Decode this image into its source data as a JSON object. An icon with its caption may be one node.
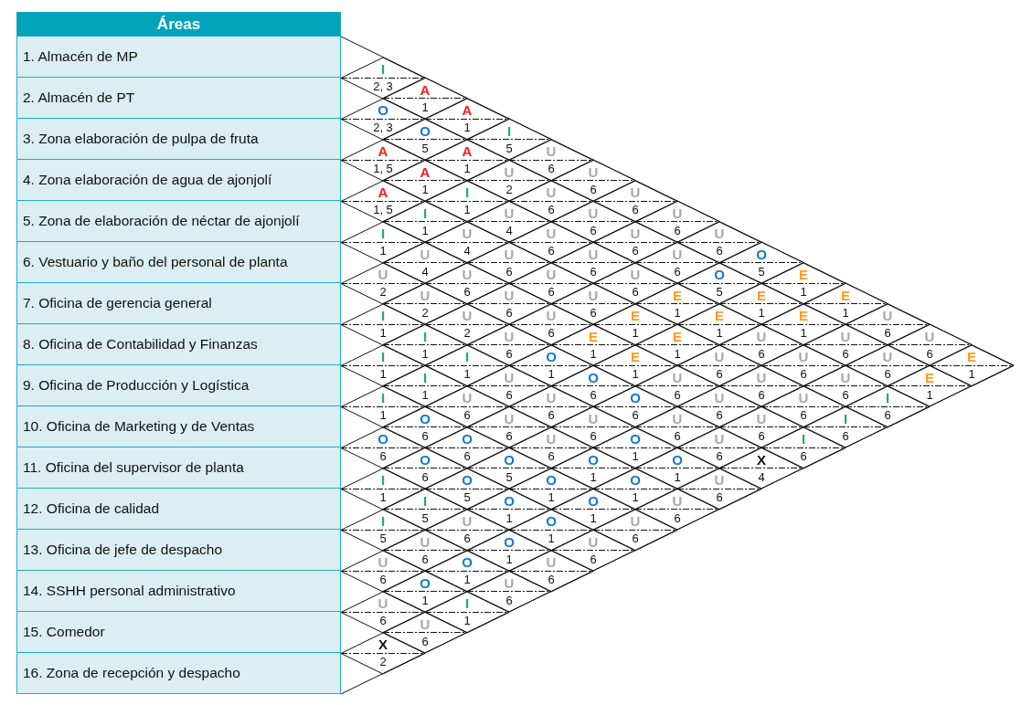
{
  "diagram": {
    "nodes": [
      {
        "text": [
          "Áreas"
        ]
      },
      {
        "text": [
          "1. Almacén de MP"
        ]
      },
      {
        "text": [
          "2. Almacén de PT"
        ]
      },
      {
        "text": [
          "3. Zona elaboración de pulpa de fruta"
        ]
      },
      {
        "text": [
          "4. Zona elaboración de agua de ajonjolí"
        ]
      },
      {
        "text": [
          "5. Zona de elaboración de néctar de ajonjolí"
        ]
      },
      {
        "text": [
          "6. Vestuario y baño del personal de planta"
        ]
      },
      {
        "text": [
          "7. Oficina de gerencia general"
        ]
      },
      {
        "text": [
          "8. Oficina de Contabilidad  y Finanzas"
        ]
      },
      {
        "text": [
          "9. Oficina de Producción y Logística"
        ]
      },
      {
        "text": [
          "10. Oficina de Marketing y de Ventas"
        ]
      },
      {
        "text": [
          "11. Oficina del supervisor de planta"
        ]
      },
      {
        "text": [
          "12. Oficina de calidad"
        ]
      },
      {
        "text": [
          "13. Oficina de jefe de despacho"
        ]
      },
      {
        "text": [
          "14. SSHH personal administrativo"
        ]
      },
      {
        "text": [
          "15. Comedor"
        ]
      },
      {
        "text": [
          "16. Zona de recepción y despacho"
        ]
      },
      {
        "text": [
          "I",
          "2, 3"
        ]
      },
      {
        "text": [
          "A",
          "1"
        ]
      },
      {
        "text": [
          "A",
          "1"
        ]
      },
      {
        "text": [
          "I",
          "5"
        ]
      },
      {
        "text": [
          "U",
          "6"
        ]
      },
      {
        "text": [
          "U",
          "6"
        ]
      },
      {
        "text": [
          "U",
          "6"
        ]
      },
      {
        "text": [
          "U",
          "6"
        ]
      },
      {
        "text": [
          "U",
          "6"
        ]
      },
      {
        "text": [
          "O",
          "5"
        ]
      },
      {
        "text": [
          "E",
          "1"
        ]
      },
      {
        "text": [
          "E",
          "1"
        ]
      },
      {
        "text": [
          "U",
          "6"
        ]
      },
      {
        "text": [
          "U",
          "6"
        ]
      },
      {
        "text": [
          "E",
          "1"
        ]
      },
      {
        "text": [
          "O",
          "2, 3"
        ]
      },
      {
        "text": [
          "O",
          "5"
        ]
      },
      {
        "text": [
          "A",
          "1"
        ]
      },
      {
        "text": [
          "U",
          "2"
        ]
      },
      {
        "text": [
          "U",
          "6"
        ]
      },
      {
        "text": [
          "U",
          "6"
        ]
      },
      {
        "text": [
          "U",
          "6"
        ]
      },
      {
        "text": [
          "U",
          "6"
        ]
      },
      {
        "text": [
          "O",
          "5"
        ]
      },
      {
        "text": [
          "E",
          "1"
        ]
      },
      {
        "text": [
          "E",
          "1"
        ]
      },
      {
        "text": [
          "U",
          "6"
        ]
      },
      {
        "text": [
          "U",
          "6"
        ]
      },
      {
        "text": [
          "E",
          "1"
        ]
      },
      {
        "text": [
          "A",
          "1, 5"
        ]
      },
      {
        "text": [
          "A",
          "1"
        ]
      },
      {
        "text": [
          "I",
          "1"
        ]
      },
      {
        "text": [
          "U",
          "4"
        ]
      },
      {
        "text": [
          "U",
          "6"
        ]
      },
      {
        "text": [
          "U",
          "6"
        ]
      },
      {
        "text": [
          "U",
          "6"
        ]
      },
      {
        "text": [
          "E",
          "1"
        ]
      },
      {
        "text": [
          "E",
          "1"
        ]
      },
      {
        "text": [
          "U",
          "6"
        ]
      },
      {
        "text": [
          "U",
          "6"
        ]
      },
      {
        "text": [
          "U",
          "6"
        ]
      },
      {
        "text": [
          "I",
          "6"
        ]
      },
      {
        "text": [
          "A",
          "1, 5"
        ]
      },
      {
        "text": [
          "I",
          "1"
        ]
      },
      {
        "text": [
          "U",
          "4"
        ]
      },
      {
        "text": [
          "U",
          "6"
        ]
      },
      {
        "text": [
          "U",
          "6"
        ]
      },
      {
        "text": [
          "U",
          "6"
        ]
      },
      {
        "text": [
          "E",
          "1"
        ]
      },
      {
        "text": [
          "E",
          "1"
        ]
      },
      {
        "text": [
          "U",
          "6"
        ]
      },
      {
        "text": [
          "U",
          "6"
        ]
      },
      {
        "text": [
          "U",
          "6"
        ]
      },
      {
        "text": [
          "I",
          "6"
        ]
      },
      {
        "text": [
          "I",
          "1"
        ]
      },
      {
        "text": [
          "U",
          "4"
        ]
      },
      {
        "text": [
          "U",
          "6"
        ]
      },
      {
        "text": [
          "U",
          "6"
        ]
      },
      {
        "text": [
          "U",
          "6"
        ]
      },
      {
        "text": [
          "E",
          "1"
        ]
      },
      {
        "text": [
          "E",
          "1"
        ]
      },
      {
        "text": [
          "U",
          "6"
        ]
      },
      {
        "text": [
          "U",
          "6"
        ]
      },
      {
        "text": [
          "U",
          "6"
        ]
      },
      {
        "text": [
          "I",
          "6"
        ]
      },
      {
        "text": [
          "U",
          "2"
        ]
      },
      {
        "text": [
          "U",
          "2"
        ]
      },
      {
        "text": [
          "U",
          "2"
        ]
      },
      {
        "text": [
          "U",
          "6"
        ]
      },
      {
        "text": [
          "O",
          "1"
        ]
      },
      {
        "text": [
          "O",
          "6"
        ]
      },
      {
        "text": [
          "O",
          "6"
        ]
      },
      {
        "text": [
          "U",
          "6"
        ]
      },
      {
        "text": [
          "U",
          "6"
        ]
      },
      {
        "text": [
          "X",
          "4"
        ]
      },
      {
        "text": [
          "I",
          "1"
        ]
      },
      {
        "text": [
          "I",
          "1"
        ]
      },
      {
        "text": [
          "I",
          "1"
        ]
      },
      {
        "text": [
          "U",
          "6"
        ]
      },
      {
        "text": [
          "U",
          "6"
        ]
      },
      {
        "text": [
          "U",
          "6"
        ]
      },
      {
        "text": [
          "O",
          "1"
        ]
      },
      {
        "text": [
          "O",
          "1"
        ]
      },
      {
        "text": [
          "U",
          "6"
        ]
      },
      {
        "text": [
          "I",
          "1"
        ]
      },
      {
        "text": [
          "I",
          "1"
        ]
      },
      {
        "text": [
          "U",
          "6"
        ]
      },
      {
        "text": [
          "U",
          "6"
        ]
      },
      {
        "text": [
          "U",
          "6"
        ]
      },
      {
        "text": [
          "O",
          "1"
        ]
      },
      {
        "text": [
          "O",
          "1"
        ]
      },
      {
        "text": [
          "U",
          "6"
        ]
      },
      {
        "text": [
          "I",
          "1"
        ]
      },
      {
        "text": [
          "O",
          "6"
        ]
      },
      {
        "text": [
          "O",
          "6"
        ]
      },
      {
        "text": [
          "O",
          "5"
        ]
      },
      {
        "text": [
          "O",
          "1"
        ]
      },
      {
        "text": [
          "O",
          "1"
        ]
      },
      {
        "text": [
          "U",
          "6"
        ]
      },
      {
        "text": [
          "O",
          "6"
        ]
      },
      {
        "text": [
          "O",
          "6"
        ]
      },
      {
        "text": [
          "O",
          "5"
        ]
      },
      {
        "text": [
          "O",
          "1"
        ]
      },
      {
        "text": [
          "O",
          "1"
        ]
      },
      {
        "text": [
          "U",
          "6"
        ]
      },
      {
        "text": [
          "I",
          "1"
        ]
      },
      {
        "text": [
          "I",
          "5"
        ]
      },
      {
        "text": [
          "U",
          "6"
        ]
      },
      {
        "text": [
          "O",
          "1"
        ]
      },
      {
        "text": [
          "U",
          "6"
        ]
      },
      {
        "text": [
          "I",
          "5"
        ]
      },
      {
        "text": [
          "U",
          "6"
        ]
      },
      {
        "text": [
          "O",
          "1"
        ]
      },
      {
        "text": [
          "U",
          "6"
        ]
      },
      {
        "text": [
          "U",
          "6"
        ]
      },
      {
        "text": [
          "O",
          "1"
        ]
      },
      {
        "text": [
          "I",
          "1"
        ]
      },
      {
        "text": [
          "U",
          "6"
        ]
      },
      {
        "text": [
          "U",
          "6"
        ]
      },
      {
        "text": [
          "X",
          "2"
        ]
      }
    ]
  }
}
